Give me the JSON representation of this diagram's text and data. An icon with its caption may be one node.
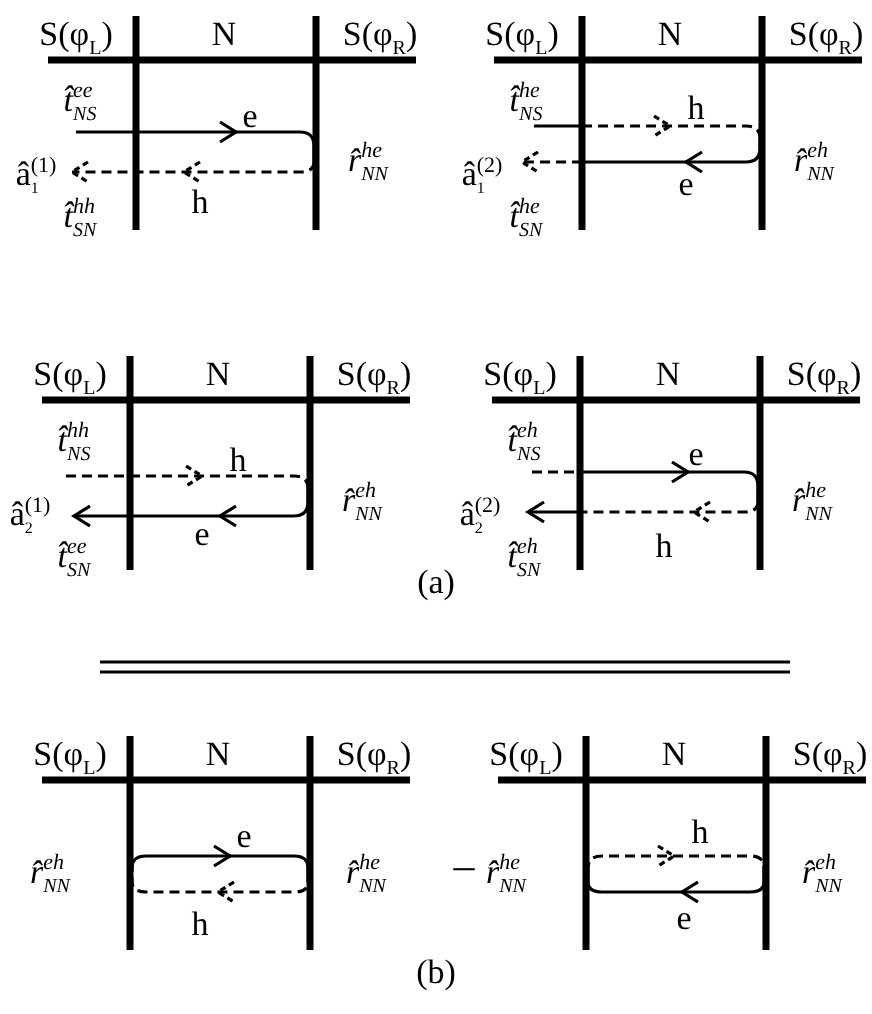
{
  "diagram": {
    "labels": [
      "S(φ$_{L}$)",
      "N",
      "S(φ$_{R}$)",
      "*t̂*$^{ee}$$_{NS}$",
      "e",
      "*r̂*$^{he}$$_{NN}$",
      "â$_{1}$$^{(1)}$",
      "h",
      "*t̂*$^{hh}$$_{SN}$",
      "S(φ$_{L}$)",
      "N",
      "S(φ$_{R}$)",
      "*t̂*$^{he}$$_{NS}$",
      "h",
      "*r̂*$^{eh}$$_{NN}$",
      "â$_{1}$$^{(2)}$",
      "e",
      "*t̂*$^{he}$$_{SN}$",
      "S(φ$_{L}$)",
      "N",
      "S(φ$_{R}$)",
      "*t̂*$^{hh}$$_{NS}$",
      "h",
      "*r̂*$^{eh}$$_{NN}$",
      "â$_{2}$$^{(1)}$",
      "e",
      "*t̂*$^{ee}$$_{SN}$",
      "S(φ$_{L}$)",
      "N",
      "S(φ$_{R}$)",
      "*t̂*$^{eh}$$_{NS}$",
      "e",
      "*r̂*$^{he}$$_{NN}$",
      "â$_{2}$$^{(2)}$",
      "h",
      "*t̂*$^{eh}$$_{SN}$",
      "(a)",
      "S(φ$_{L}$)",
      "N",
      "S(φ$_{R}$)",
      "*r̂*$^{eh}$$_{NN}$",
      "e",
      "*r̂*$^{he}$$_{NN}$",
      "h",
      "–",
      "S(φ$_{L}$)",
      "N",
      "S(φ$_{R}$)",
      "*r̂*$^{he}$$_{NN}$",
      "h",
      "*r̂*$^{eh}$$_{NN}$",
      "e",
      "(b)"
    ]
  }
}
